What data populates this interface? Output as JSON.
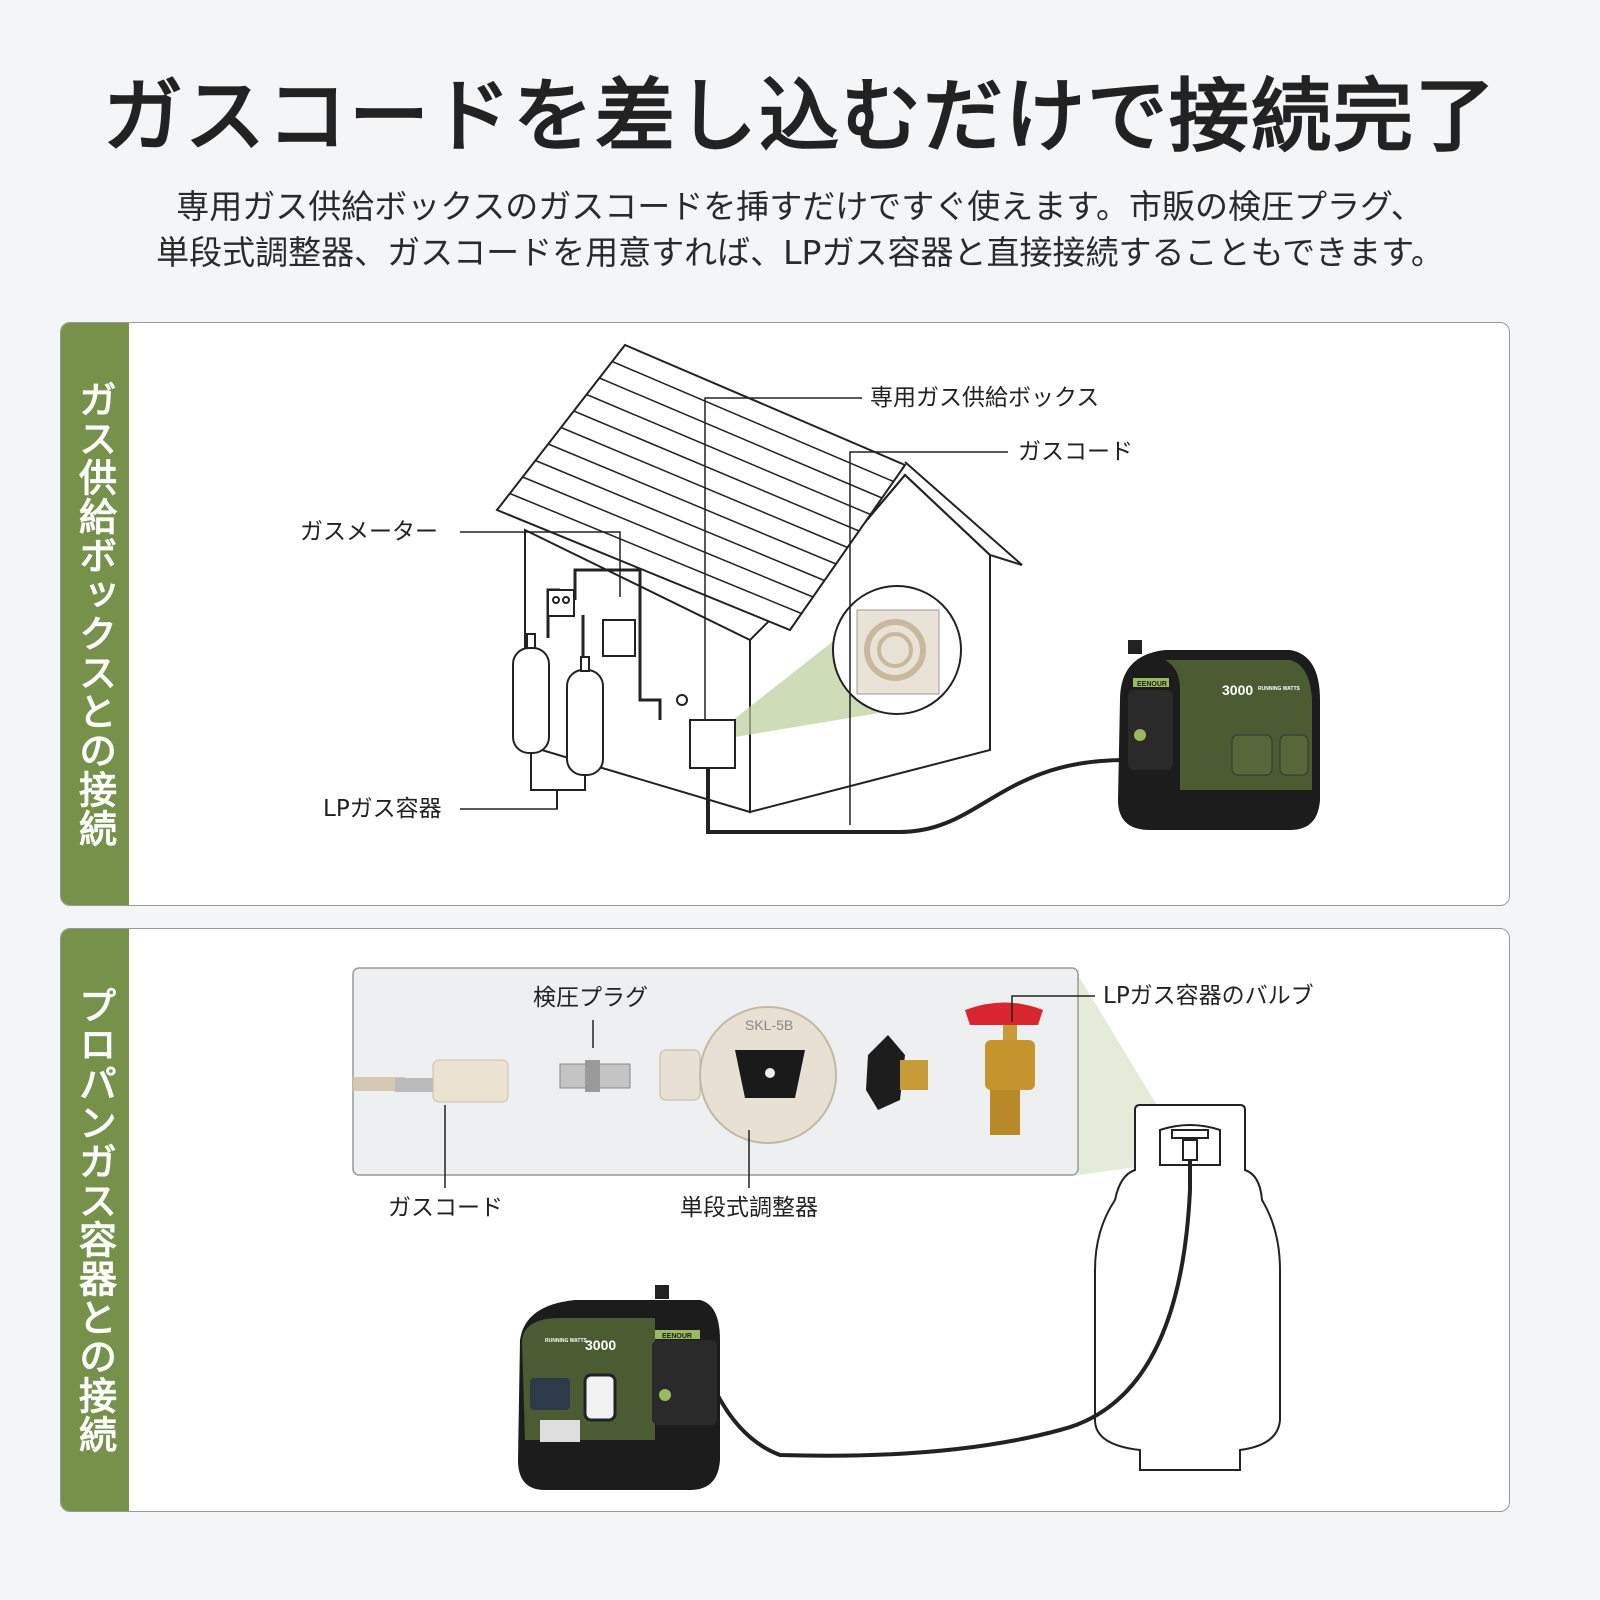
{
  "header": {
    "title": "ガスコードを差し込むだけで接続完了",
    "subtitle_line1": "専用ガス供給ボックスのガスコードを挿すだけですぐ使えます。市販の検圧プラグ、",
    "subtitle_line2": "単段式調整器、ガスコードを用意すれば、LPガス容器と直接接続することもできます。"
  },
  "panel1": {
    "side_label": "ガス供給ボックスとの接続",
    "labels": {
      "supply_box": "専用ガス供給ボックス",
      "gas_cord": "ガスコード",
      "gas_meter": "ガスメーター",
      "lp_container": "LPガス容器"
    }
  },
  "panel2": {
    "side_label": "プロパンガス容器との接続",
    "labels": {
      "pressure_plug": "検圧プラグ",
      "valve": "LPガス容器のバルブ",
      "gas_cord": "ガスコード",
      "regulator": "単段式調整器"
    }
  },
  "product": {
    "brand": "EENOUR",
    "watts": "3000",
    "watts_caption": "RUNNING WATTS",
    "regulator_model": "SKL-5B"
  },
  "colors": {
    "accent": "#76914a",
    "generator": "#4a5a32",
    "valve": "#d8262e"
  }
}
